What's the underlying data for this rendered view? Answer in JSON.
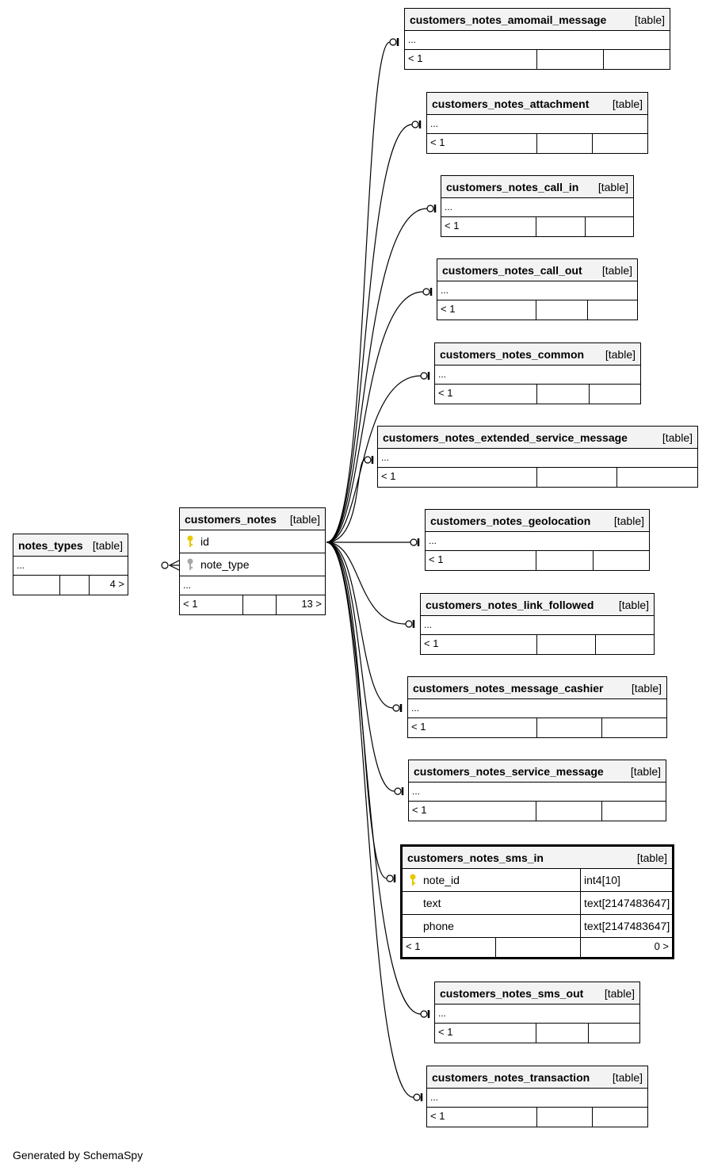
{
  "title": "customers_notes_sms_in",
  "generated_by": "Generated by SchemaSpy",
  "tables": {
    "notes_types": {
      "name": "notes_types",
      "kind": "[table]",
      "ellipsis": "...",
      "footer": [
        "",
        "",
        "4 >"
      ]
    },
    "customers_notes": {
      "name": "customers_notes",
      "kind": "[table]",
      "columns": [
        {
          "name": "id",
          "key": "primary"
        },
        {
          "name": "note_type",
          "key": "foreign"
        }
      ],
      "ellipsis": "...",
      "footer": [
        "< 1",
        "",
        "13 >"
      ]
    },
    "focus": {
      "name": "customers_notes_sms_in",
      "kind": "[table]",
      "columns": [
        {
          "name": "note_id",
          "type": "int4[10]",
          "key": "primary"
        },
        {
          "name": "text",
          "type": "text[2147483647]"
        },
        {
          "name": "phone",
          "type": "text[2147483647]"
        }
      ],
      "footer": [
        "< 1",
        "",
        "0 >"
      ]
    },
    "children": [
      {
        "name": "customers_notes_amomail_message",
        "kind": "[table]",
        "ellipsis": "...",
        "footer": [
          "< 1",
          "",
          ""
        ]
      },
      {
        "name": "customers_notes_attachment",
        "kind": "[table]",
        "ellipsis": "...",
        "footer": [
          "< 1",
          "",
          ""
        ]
      },
      {
        "name": "customers_notes_call_in",
        "kind": "[table]",
        "ellipsis": "...",
        "footer": [
          "< 1",
          "",
          ""
        ]
      },
      {
        "name": "customers_notes_call_out",
        "kind": "[table]",
        "ellipsis": "...",
        "footer": [
          "< 1",
          "",
          ""
        ]
      },
      {
        "name": "customers_notes_common",
        "kind": "[table]",
        "ellipsis": "...",
        "footer": [
          "< 1",
          "",
          ""
        ]
      },
      {
        "name": "customers_notes_extended_service_message",
        "kind": "[table]",
        "ellipsis": "...",
        "footer": [
          "< 1",
          "",
          ""
        ]
      },
      {
        "name": "customers_notes_geolocation",
        "kind": "[table]",
        "ellipsis": "...",
        "footer": [
          "< 1",
          "",
          ""
        ]
      },
      {
        "name": "customers_notes_link_followed",
        "kind": "[table]",
        "ellipsis": "...",
        "footer": [
          "< 1",
          "",
          ""
        ]
      },
      {
        "name": "customers_notes_message_cashier",
        "kind": "[table]",
        "ellipsis": "...",
        "footer": [
          "< 1",
          "",
          ""
        ]
      },
      {
        "name": "customers_notes_service_message",
        "kind": "[table]",
        "ellipsis": "...",
        "footer": [
          "< 1",
          "",
          ""
        ]
      },
      {
        "name": "customers_notes_sms_out",
        "kind": "[table]",
        "ellipsis": "...",
        "footer": [
          "< 1",
          "",
          ""
        ]
      },
      {
        "name": "customers_notes_transaction",
        "kind": "[table]",
        "ellipsis": "...",
        "footer": [
          "< 1",
          "",
          ""
        ]
      }
    ]
  },
  "colors": {
    "primary_key": "#e6c800",
    "foreign_key": "#a8a8a8",
    "header_bg": "#f3f3f3",
    "line": "#000000"
  }
}
